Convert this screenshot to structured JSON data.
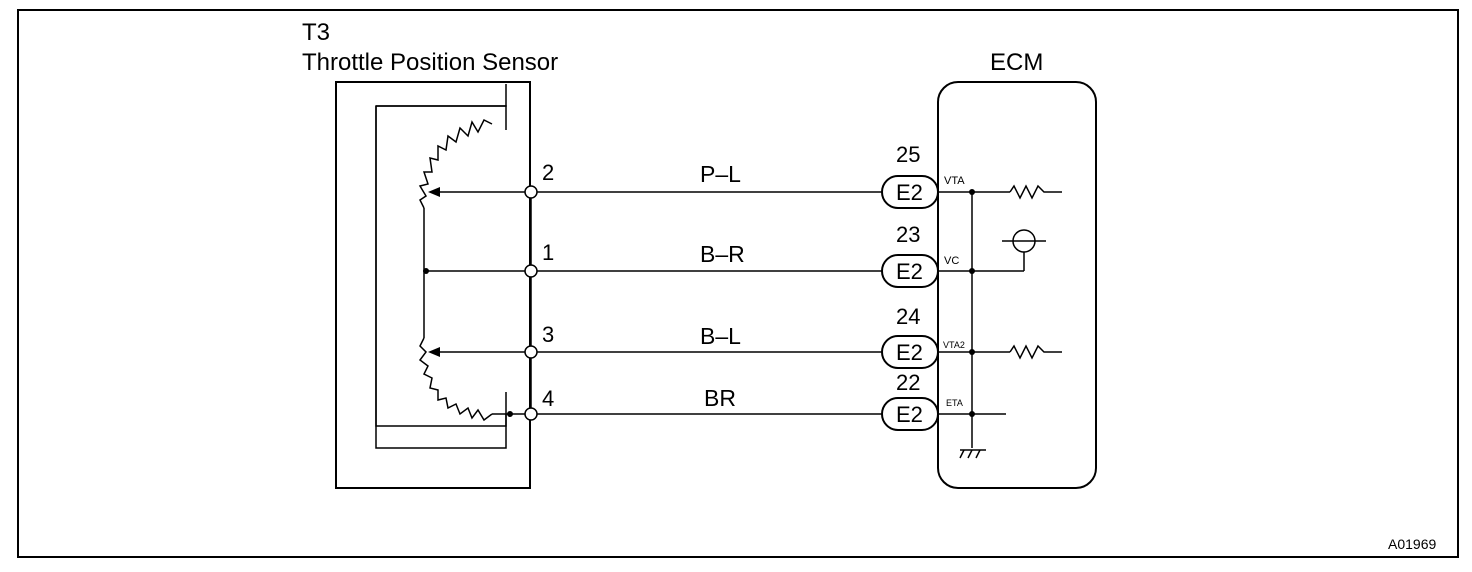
{
  "sensor": {
    "code": "T3",
    "name": "Throttle Position Sensor"
  },
  "ecm": {
    "label": "ECM"
  },
  "wires": [
    {
      "sensor_pin": "2",
      "color": "P–L",
      "ecm_pin": "25",
      "connector": "E2",
      "signal": "VTA"
    },
    {
      "sensor_pin": "1",
      "color": "B–R",
      "ecm_pin": "23",
      "connector": "E2",
      "signal": "VC"
    },
    {
      "sensor_pin": "3",
      "color": "B–L",
      "ecm_pin": "24",
      "connector": "E2",
      "signal": "VTA2"
    },
    {
      "sensor_pin": "4",
      "color": "BR",
      "ecm_pin": "22",
      "connector": "E2",
      "signal": "ETA"
    }
  ],
  "figure_id": "A01969"
}
